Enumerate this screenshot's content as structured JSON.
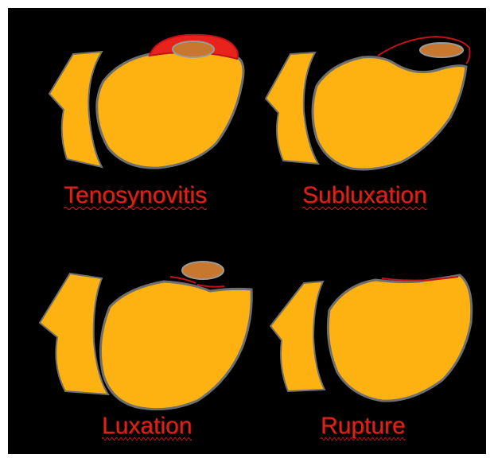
{
  "labels": {
    "tenosynovitis": "Tenosynovitis",
    "subluxation": "Subluxation",
    "luxation": "Luxation",
    "rupture": "Rupture"
  },
  "colors": {
    "background": "#000000",
    "bone": "#fdb211",
    "bone_outline": "#6f6f6f",
    "tendon": "#c8772e",
    "tendon_outline": "#8a8a8a",
    "inflammation": "#e8231c",
    "retinaculum": "#c2121a",
    "label_text": "#d9231a",
    "spellcheck_squiggle": "#d21b1b"
  }
}
